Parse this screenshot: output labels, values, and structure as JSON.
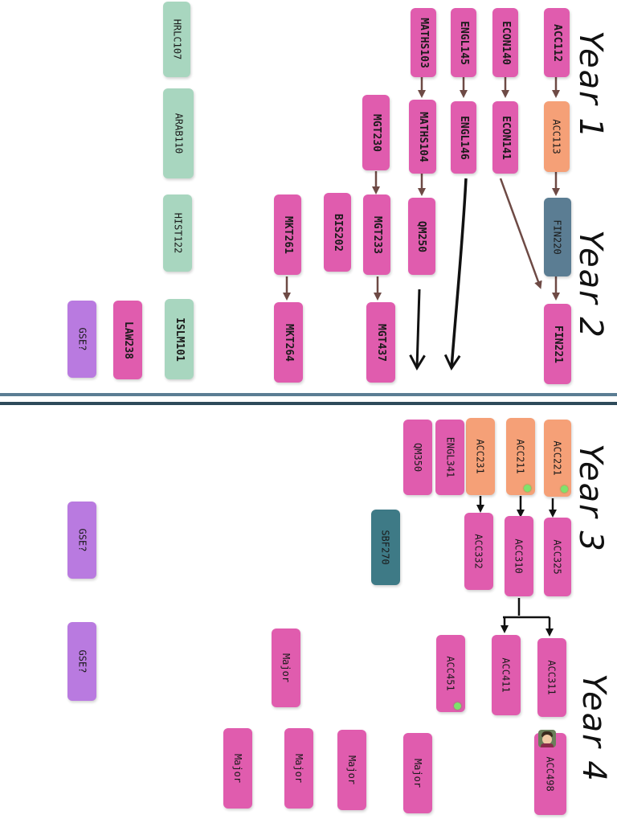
{
  "colors": {
    "pink": "#e05cae",
    "orange": "#f5a077",
    "slate": "#5b7d93",
    "teal": "#3e7a86",
    "mint": "#a8d6bf",
    "purple": "#b97ae0",
    "arrow_brown": "#6e4a45",
    "arrow_black": "#111111",
    "divider": "#3a5a6e",
    "dot": "#7ee36c"
  },
  "year_labels": {
    "y1": "Year 1",
    "y2": "Year 2",
    "y3": "Year 3",
    "y4": "Year 4"
  },
  "courses": {
    "acc112": "ACC112",
    "econ140": "ECON140",
    "engl145": "ENGL145",
    "maths103": "MATHS103",
    "hrlc107": "HRLC107",
    "acc113": "ACC113",
    "econ141": "ECON141",
    "engl146": "ENGL146",
    "maths104": "MATHS104",
    "mgt230": "MGT230",
    "arab110": "ARAB110",
    "fin220": "FIN220",
    "qm250": "QM250",
    "mgt233": "MGT233",
    "bis202": "BIS202",
    "mkt261": "MKT261",
    "hist122": "HIST122",
    "fin221": "FIN221",
    "mgt437": "MGT437",
    "mkt264": "MKT264",
    "islm101": "ISLM101",
    "law238": "LAW238",
    "gse1": "GSE?",
    "acc221": "ACC221",
    "acc211": "ACC211",
    "acc231": "ACC231",
    "engl341": "ENGL341",
    "qm350": "QM350",
    "acc325": "ACC325",
    "acc310": "ACC310",
    "acc332": "ACC332",
    "sbf270": "SBF270",
    "gse2": "GSE?",
    "acc311": "ACC311",
    "acc411": "ACC411",
    "acc451": "ACC451",
    "major1": "Major",
    "gse3": "GSE?",
    "acc498": "ACC498",
    "major2": "Major",
    "major3": "Major",
    "major4": "Major",
    "major5": "Major"
  }
}
